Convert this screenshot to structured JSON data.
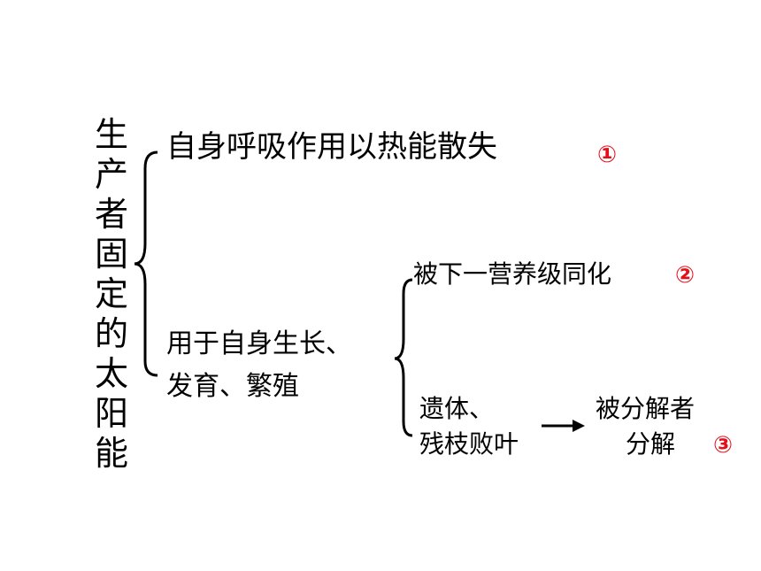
{
  "root": {
    "text": "生产者固定的太阳能"
  },
  "branch1": {
    "text": "自身呼吸作用以热能散失",
    "marker": "①"
  },
  "branch2": {
    "line1": "用于自身生长、",
    "line2": "发育、繁殖"
  },
  "sub1": {
    "text": "被下一营养级同化",
    "marker": "②"
  },
  "sub2": {
    "line1": "遗体、",
    "line2": "残枝败叶"
  },
  "result": {
    "line1": "被分解者",
    "line2": "分解",
    "marker": "③"
  },
  "colors": {
    "marker": "#e3101a",
    "text": "#000000"
  }
}
